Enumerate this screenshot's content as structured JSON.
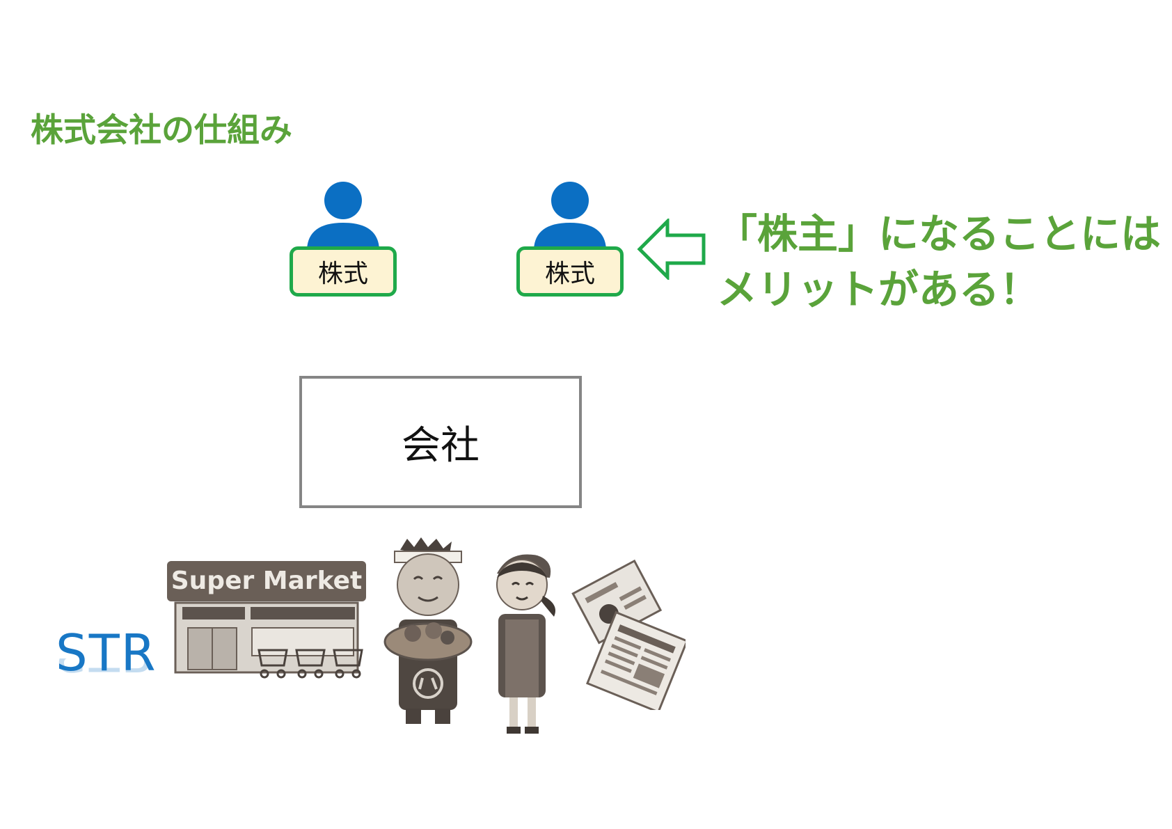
{
  "title": "株式会社の仕組み",
  "shareholders": [
    {
      "badge": "株式"
    },
    {
      "badge": "株式"
    }
  ],
  "note": {
    "line1": "「株主」になることには",
    "line2": "メリットがある！"
  },
  "company": {
    "label": "会社"
  },
  "brand": {
    "label": "STR"
  },
  "market": {
    "sign": "Super Market"
  },
  "icons": [
    "person-icon",
    "left-arrow-icon",
    "supermarket-illustration",
    "shopkeeper-illustration",
    "staff-illustration",
    "newspaper-flyers-illustration"
  ],
  "colors": {
    "title_green": "#5aa33a",
    "badge_border": "#1fa94a",
    "badge_fill": "#fdf3d3",
    "person_blue": "#0b6fc3",
    "str_blue": "#1877c5",
    "box_border": "#858585"
  }
}
